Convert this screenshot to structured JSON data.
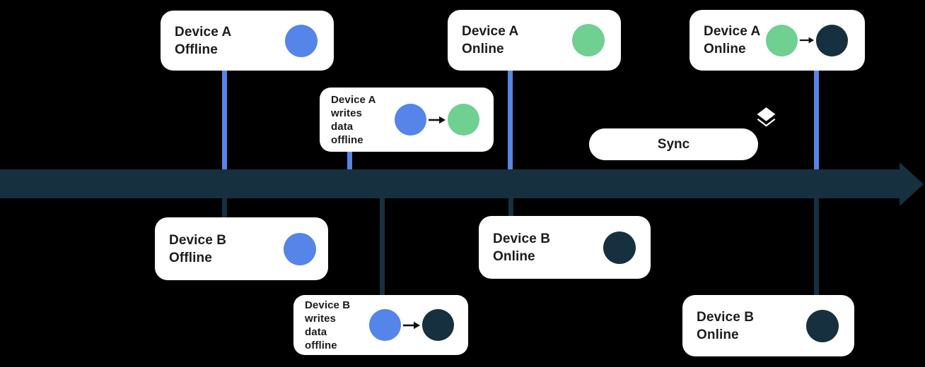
{
  "colors": {
    "background": "#000000",
    "blue": "#5585E8",
    "green": "#6FD092",
    "dark": "#16303F",
    "card_bg": "#FFFFFF",
    "text": "#1C1C1E",
    "arrow": "#111111",
    "icon": "#FFFFFF"
  },
  "cards": {
    "a_offline": {
      "lines": [
        "Device A",
        "Offline"
      ],
      "circles": [
        "blue"
      ]
    },
    "a_writes": {
      "lines": [
        "Device A",
        "writes",
        "data",
        "offline"
      ],
      "circles": [
        "blue",
        "green"
      ]
    },
    "a_online_1": {
      "lines": [
        "Device A",
        "Online"
      ],
      "circles": [
        "green"
      ]
    },
    "a_online_2": {
      "lines": [
        "Device A",
        "Online"
      ],
      "circles": [
        "green",
        "dark"
      ]
    },
    "b_offline": {
      "lines": [
        "Device B",
        "Offline"
      ],
      "circles": [
        "blue"
      ]
    },
    "b_writes": {
      "lines": [
        "Device B",
        "writes",
        "data",
        "offline"
      ],
      "circles": [
        "blue",
        "dark"
      ]
    },
    "b_online_1": {
      "lines": [
        "Device B",
        "Online"
      ],
      "circles": [
        "dark"
      ]
    },
    "b_online_2": {
      "lines": [
        "Device B",
        "Online"
      ],
      "circles": [
        "dark"
      ]
    }
  },
  "sync": {
    "label": "Sync"
  },
  "icons": {
    "layers": "layers-icon",
    "timeline_arrowhead": "timeline-arrowhead",
    "circle_arrow": "arrow-right-icon"
  }
}
